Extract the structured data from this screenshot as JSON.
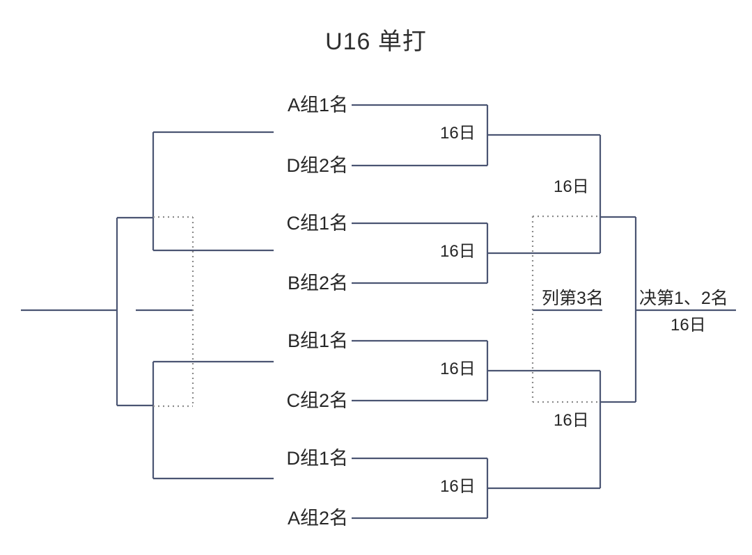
{
  "title": "U16 单打",
  "style": {
    "line_color": "#4a5472",
    "dotted_color": "#8a8a8a",
    "background": "#ffffff",
    "text_color": "#262626"
  },
  "seeds": [
    {
      "label": "A组1名"
    },
    {
      "label": "D组2名"
    },
    {
      "label": "C组1名"
    },
    {
      "label": "B组2名"
    },
    {
      "label": "B组1名"
    },
    {
      "label": "C组2名"
    },
    {
      "label": "D组1名"
    },
    {
      "label": "A组2名"
    }
  ],
  "quarterfinals": [
    {
      "date": "16日"
    },
    {
      "date": "16日"
    },
    {
      "date": "16日"
    },
    {
      "date": "16日"
    }
  ],
  "semifinals": [
    {
      "date": "16日"
    },
    {
      "date": "16日"
    }
  ],
  "third_place": {
    "label": "列第3名"
  },
  "final": {
    "label": "决第1、2名",
    "date": "16日"
  }
}
